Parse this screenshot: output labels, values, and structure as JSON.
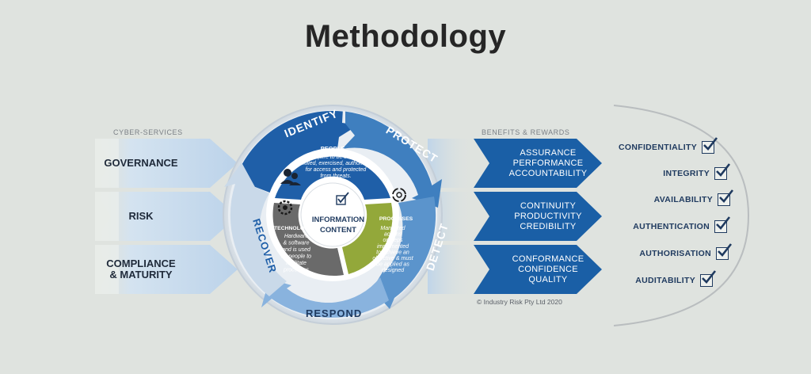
{
  "title": "Methodology",
  "labels": {
    "cyber_services": "CYBER-SERVICES",
    "benefits": "BENEFITS & REWARDS"
  },
  "services": [
    {
      "lines": [
        "GOVERNANCE"
      ]
    },
    {
      "lines": [
        "RISK"
      ]
    },
    {
      "lines": [
        "COMPLIANCE",
        "& MATURITY"
      ]
    }
  ],
  "cycle": {
    "identify": "IDENTIFY",
    "protect": "PROTECT",
    "detect": "DETECT",
    "respond": "RESPOND",
    "recover": "RECOVER"
  },
  "core": {
    "people": {
      "title": "PEOPLE",
      "text": [
        "Require to be trained,",
        "skilled, exercised, authorised",
        "for access and protected",
        "from threats."
      ]
    },
    "technology": {
      "title": "TECHNOLOGY",
      "text": [
        "Hardware",
        "& software",
        "and is used",
        "by people to",
        "facilitate",
        "processes"
      ]
    },
    "processes": {
      "title": "PROCESSES",
      "text": [
        "Mandated",
        "actions",
        "or steps",
        "implemented",
        "to achieve an",
        "objective & must",
        "be applied as",
        "designed"
      ]
    },
    "information": {
      "line1": "INFORMATION",
      "line2": "CONTENT"
    }
  },
  "benefits": [
    {
      "lines": [
        "ASSURANCE",
        "PERFORMANCE",
        "ACCOUNTABILITY"
      ]
    },
    {
      "lines": [
        "CONTINUITY",
        "PRODUCTIVITY",
        "CREDIBILITY"
      ]
    },
    {
      "lines": [
        "CONFORMANCE",
        "CONFIDENCE",
        "QUALITY"
      ]
    }
  ],
  "attributes": [
    "CONFIDENTIALITY",
    "INTEGRITY",
    "AVAILABILITY",
    "AUTHENTICATION",
    "AUTHORISATION",
    "AUDITABILITY"
  ],
  "copyright": "© Industry Risk Pty Ltd 2020",
  "colors": {
    "dark_blue": "#1a5fa6",
    "mid_blue": "#3f7fbf",
    "light_blue": "#b7d1ea",
    "pale_blue": "#dce8f3",
    "grey": "#6a6a6a",
    "green": "#93a83a",
    "navy": "#1f3a5f"
  }
}
